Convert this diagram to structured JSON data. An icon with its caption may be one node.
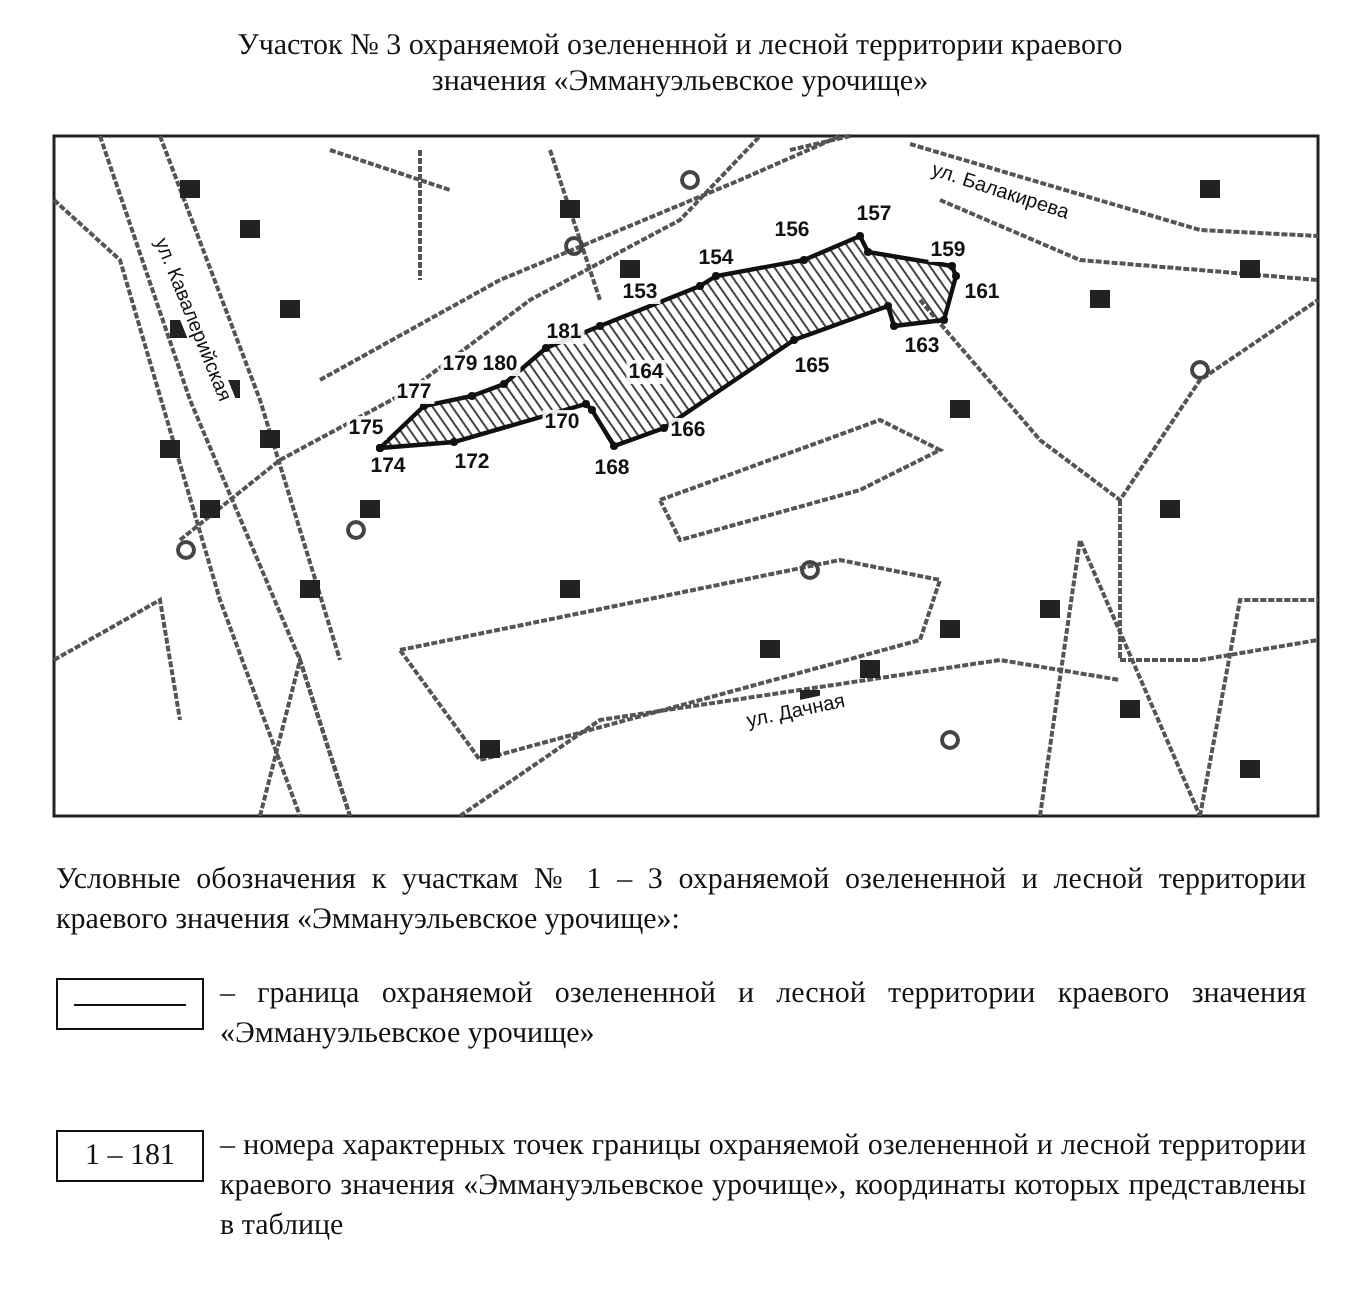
{
  "diagram": {
    "title": "Участок № 3 охраняемой озелененной и лесной территории краевого значения «Эммануэльевское урочище»",
    "labels": [
      "ул. Балакирева",
      "157",
      "156",
      "159",
      "154",
      "153",
      "161",
      "ул. Кавалерийская",
      "181",
      "163",
      "179",
      "180",
      "164",
      "165",
      "177",
      "175",
      "170",
      "166",
      "174",
      "172",
      "168",
      "ул. Дачная",
      "Условные обозначения к участкам № 1 – 3 охраняемой озелененной и лесной территории краевого значения «Эммануэльевское урочище»:",
      "1 – 181"
    ],
    "legend": [
      {
        "text": "– граница охраняемой озелененной и лесной территории краевого значения «Эммануэльевское урочище»"
      },
      {
        "text": "– номера характерных точек границы охраняемой озелененной и лесной территории краевого значения «Эммануэльевское урочище», координаты которых представлены в таблице"
      }
    ]
  }
}
